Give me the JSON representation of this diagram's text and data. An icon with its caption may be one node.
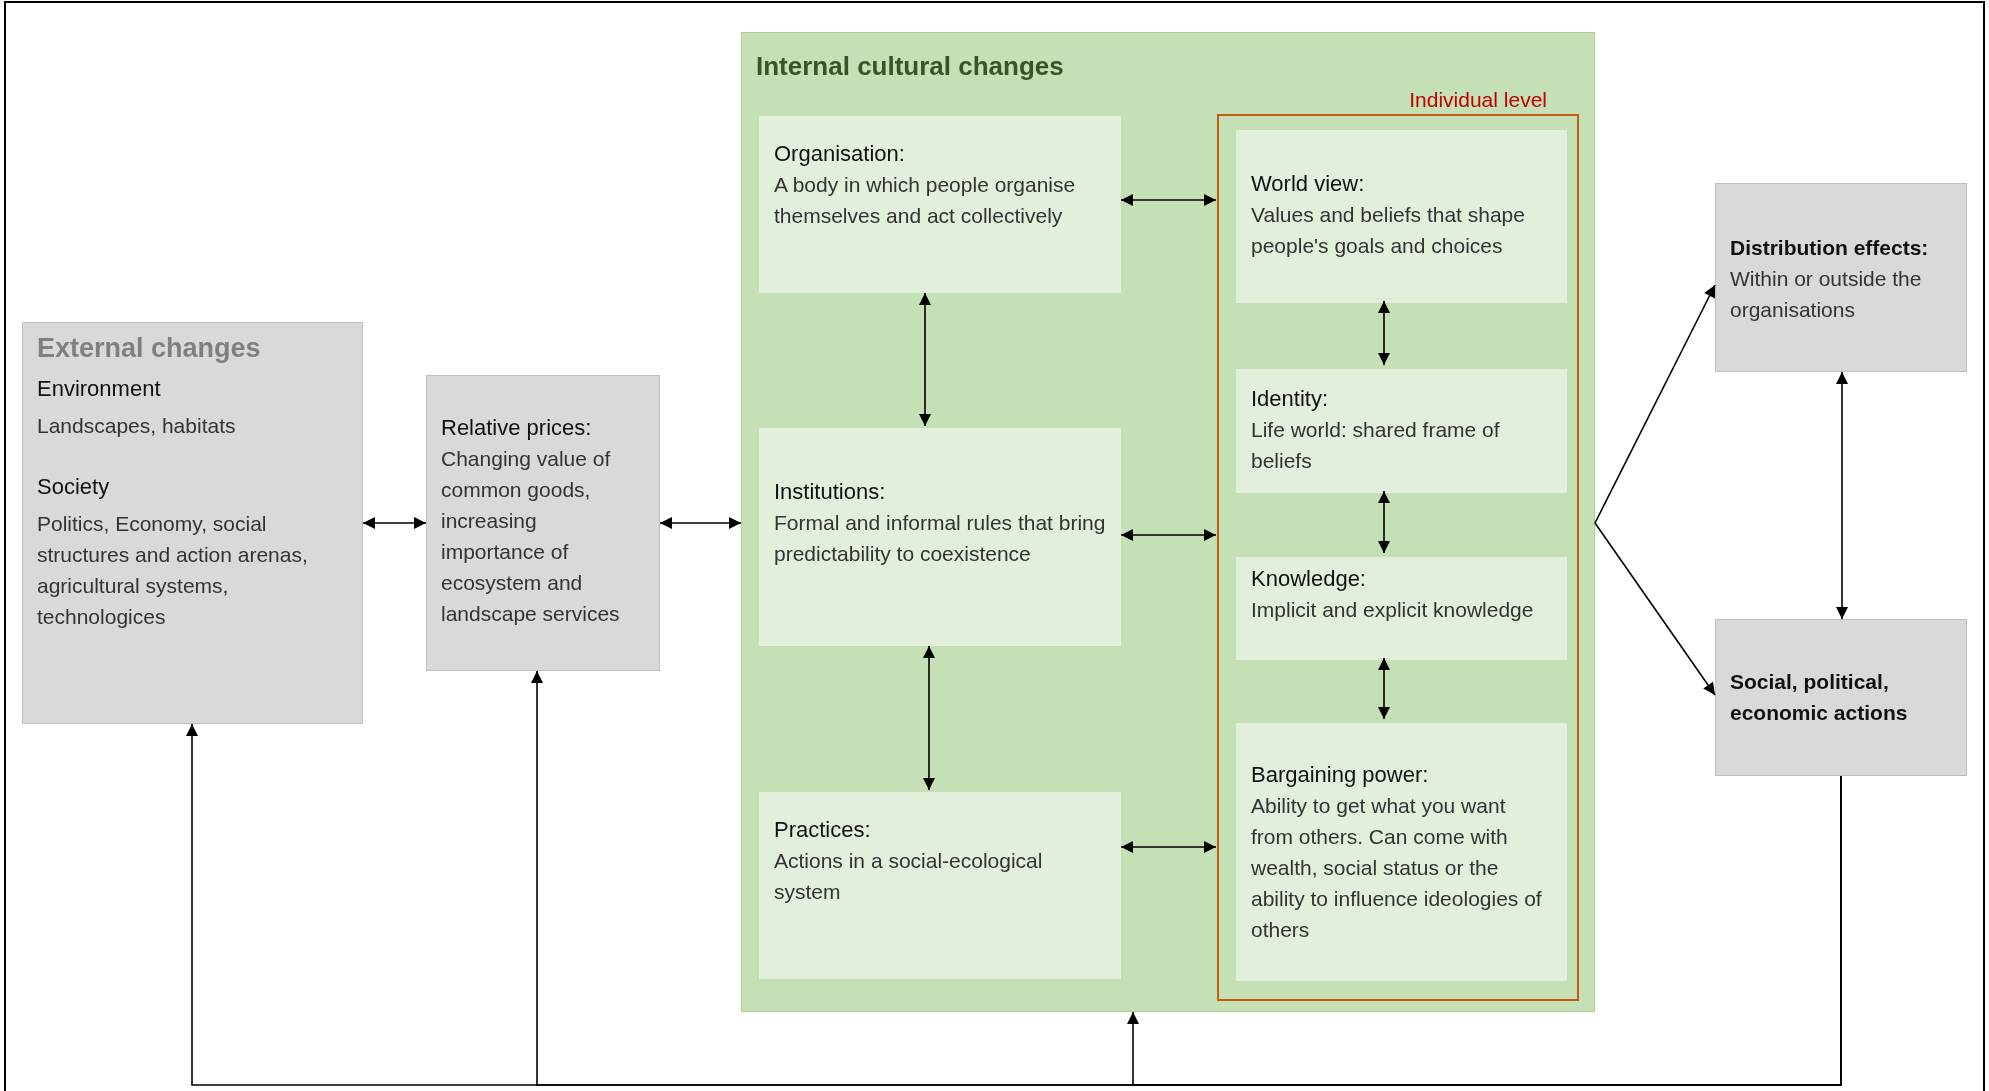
{
  "diagram": {
    "nodes": [
      {
        "text": [
          "External changes",
          "Environment",
          "Landscapes, habitats",
          "Society",
          "Politics, Economy, social structures and action arenas, agricultural systems, technologices"
        ]
      },
      {
        "text": [
          "Relative prices:",
          "Changing value of common goods, increasing importance of ecosystem and landscape services"
        ]
      },
      {
        "text": [
          "Internal cultural changes"
        ]
      },
      {
        "text": [
          "Organisation:",
          "A body in which people organise themselves and act collectively"
        ],
        "in": 2
      },
      {
        "text": [
          "Institutions:",
          "Formal and informal rules that bring predictability to coexistence"
        ],
        "in": 2
      },
      {
        "text": [
          "Practices:",
          "Actions in a social-ecological system"
        ],
        "in": 2
      },
      {
        "text": [
          "Individual level"
        ],
        "in": 2
      },
      {
        "text": [
          "World view:",
          "Values and beliefs that shape people's goals and choices"
        ],
        "in": 6
      },
      {
        "text": [
          "Identity:",
          "Life world: shared frame of beliefs"
        ],
        "in": 6
      },
      {
        "text": [
          "Knowledge:",
          "Implicit and explicit knowledge"
        ],
        "in": 6
      },
      {
        "text": [
          "Bargaining power:",
          "Ability to get what you want from others. Can come with wealth, social status or the ability to influence ideologies of others"
        ],
        "in": 6
      },
      {
        "text": [
          "Distribution effects:",
          "Within or outside the organisations"
        ]
      },
      {
        "text": [
          "Social, political, economic actions"
        ]
      }
    ],
    "edges": [
      {
        "from": 0,
        "to": 1,
        "arrow": "both"
      },
      {
        "from": 1,
        "to": 2,
        "arrow": "both"
      },
      {
        "from": 3,
        "to": 4,
        "arrow": "both"
      },
      {
        "from": 4,
        "to": 5,
        "arrow": "both"
      },
      {
        "from": 3,
        "to": 6,
        "arrow": "both"
      },
      {
        "from": 4,
        "to": 6,
        "arrow": "both"
      },
      {
        "from": 5,
        "to": 6,
        "arrow": "both"
      },
      {
        "from": 7,
        "to": 8,
        "arrow": "both"
      },
      {
        "from": 8,
        "to": 9,
        "arrow": "both"
      },
      {
        "from": 9,
        "to": 10,
        "arrow": "both"
      },
      {
        "from": 2,
        "to": 11,
        "arrow": "to"
      },
      {
        "from": 2,
        "to": 12,
        "arrow": "to"
      },
      {
        "from": 11,
        "to": 12,
        "arrow": "both"
      },
      {
        "from": 12,
        "to": 0,
        "arrow": "to"
      },
      {
        "from": 12,
        "to": 1,
        "arrow": "to"
      },
      {
        "from": 12,
        "to": 2,
        "arrow": "to"
      }
    ]
  }
}
